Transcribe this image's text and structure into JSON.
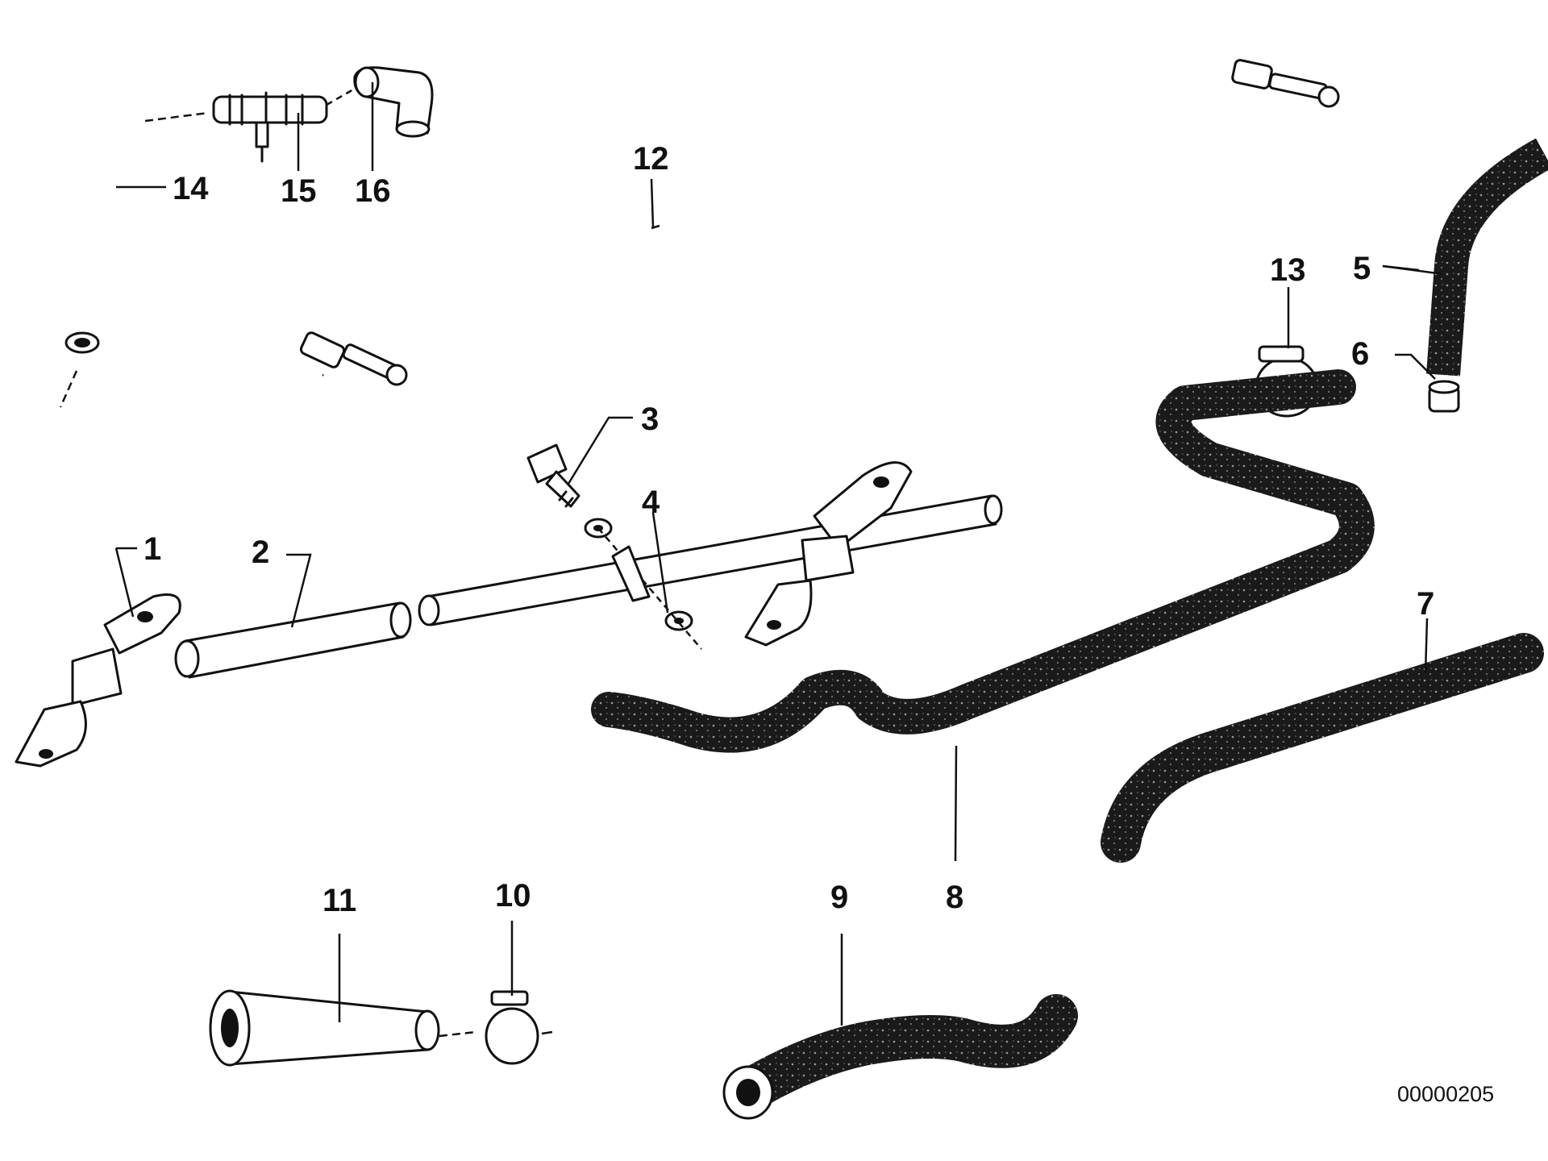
{
  "diagram": {
    "labels": {
      "p1": "1",
      "p2": "2",
      "p3": "3",
      "p4": "4",
      "p5": "5",
      "p6": "6",
      "p7": "7",
      "p8": "8",
      "p9": "9",
      "p10": "10",
      "p11": "11",
      "p12": "12",
      "p13": "13",
      "p14": "14",
      "p15": "15",
      "p16": "16"
    },
    "diagram_code": "00000205"
  }
}
